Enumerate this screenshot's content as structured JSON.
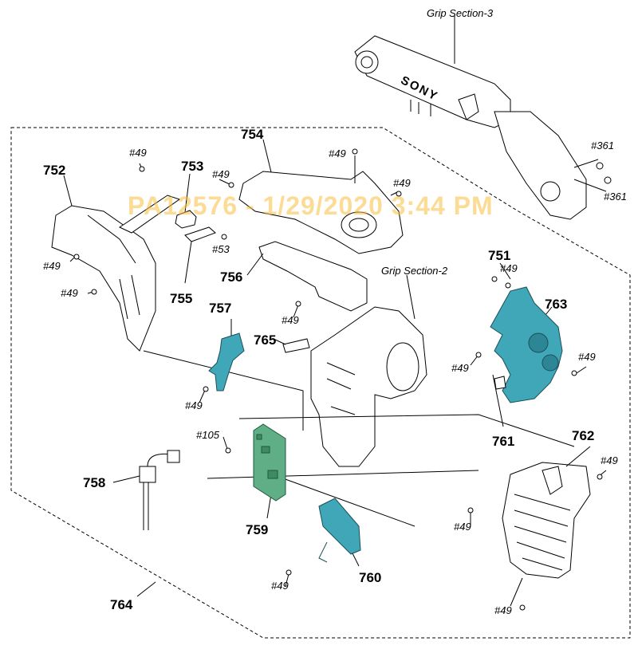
{
  "diagram": {
    "watermark": "PA12576 - 1/29/2020 3:44 PM",
    "section_labels": {
      "grip3": "Grip Section-3",
      "grip2": "Grip Section-2"
    },
    "brand_text": "SONY",
    "part_labels": {
      "p751": "751",
      "p752": "752",
      "p753": "753",
      "p754": "754",
      "p755": "755",
      "p756": "756",
      "p757": "757",
      "p758": "758",
      "p759": "759",
      "p760": "760",
      "p761": "761",
      "p762": "762",
      "p763": "763",
      "p764": "764",
      "p765": "765"
    },
    "screw_labels": {
      "s49": "#49",
      "s53": "#53",
      "s105": "#105",
      "s361": "#361"
    },
    "colors": {
      "line": "#000000",
      "teal_part": "#3fa7b8",
      "green_board": "#5fae86",
      "watermark": "#f7bd45"
    }
  }
}
